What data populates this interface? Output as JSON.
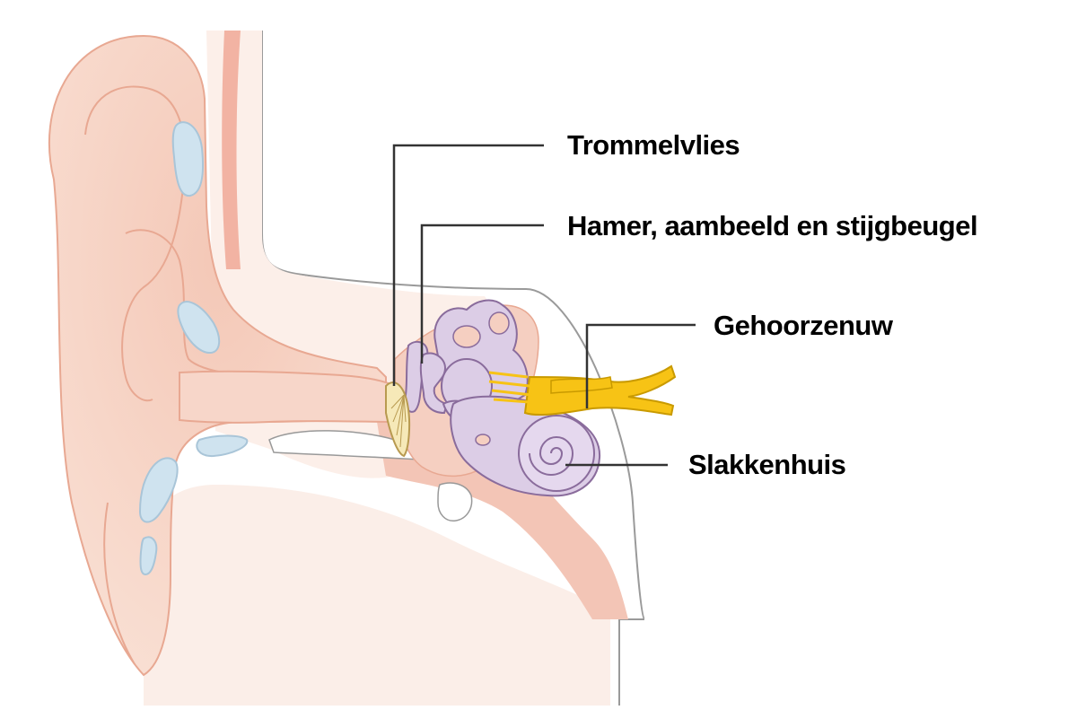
{
  "labels": {
    "eardrum": "Trommelvlies",
    "ossicles": "Hamer, aambeeld en stijgbeugel",
    "auditory_nerve": "Gehoorzenuw",
    "cochlea": "Slakkenhuis"
  },
  "colors": {
    "skin_light": "#f9e2d8",
    "skin_mid": "#f3cdbd",
    "skin_dark": "#eeaa98",
    "skin_outline": "#e8a892",
    "cartilage": "#cfe3ef",
    "cartilage_outline": "#a9c5d8",
    "inner_ear": "#dccde6",
    "inner_ear_outline": "#8a6c9c",
    "nerve": "#f7c315",
    "nerve_outline": "#c99a00",
    "eardrum": "#f6e9b8",
    "leader_line": "#333333",
    "head_outline": "#999999"
  }
}
